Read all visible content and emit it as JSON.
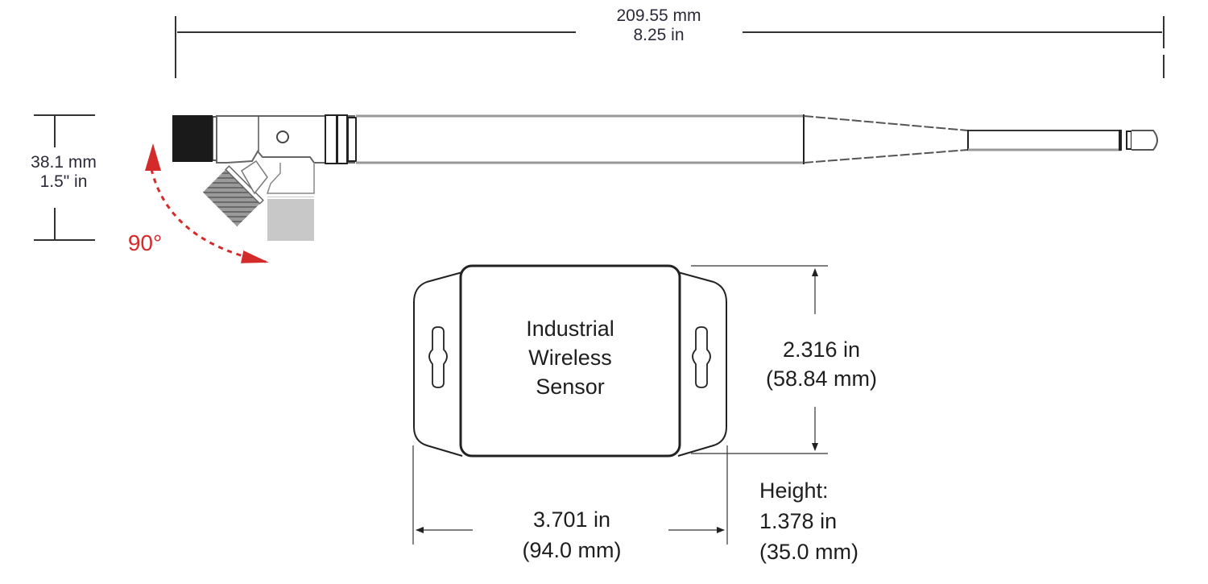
{
  "antenna": {
    "length_mm": "209.55 mm",
    "length_in": "8.25 in",
    "height_mm": "38.1 mm",
    "height_in": "1.5\" in",
    "rotation": "90°"
  },
  "sensor": {
    "label_line1": "Industrial",
    "label_line2": "Wireless",
    "label_line3": "Sensor",
    "depth_in": "2.316 in",
    "depth_mm": "(58.84 mm)",
    "width_in": "3.701 in",
    "width_mm": "(94.0 mm)",
    "height_label": "Height:",
    "height_in": "1.378 in",
    "height_mm": "(35.0 mm)"
  },
  "colors": {
    "line": "#222222",
    "accent_red": "#d42a2a",
    "gray_fill": "#c8c8c8"
  }
}
